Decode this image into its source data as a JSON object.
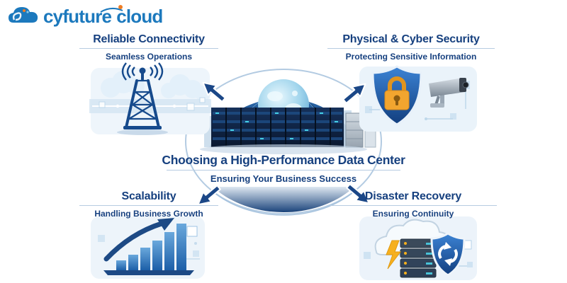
{
  "logo": {
    "brand": "cyfuture",
    "product": "cloud"
  },
  "center": {
    "title": "Choosing a High-Performance Data Center",
    "subtitle": "Ensuring Your Business Success"
  },
  "quadrants": {
    "top_left": {
      "title": "Reliable Connectivity",
      "subtitle": "Seamless Operations"
    },
    "top_right": {
      "title": "Physical & Cyber Security",
      "subtitle": "Protecting Sensitive Information"
    },
    "bottom_left": {
      "title": "Scalability",
      "subtitle": "Handling Business Growth"
    },
    "bottom_right": {
      "title": "Disaster Recovery",
      "subtitle": "Ensuring Continuity"
    }
  },
  "icons": {
    "logo": "cloud-swirl-icon",
    "top_left": "radio-tower-with-signal-waves",
    "top_right": "security-shield-padlock-and-cctv-camera",
    "bottom_left": "rising-bar-chart-with-growth-arrow",
    "bottom_right": "cloud-backup-servers-lightning-recovery-shield",
    "center": "data-center-server-racks-with-globe"
  },
  "colors": {
    "heading_navy": "#16407f",
    "logo_blue": "#1c79bd",
    "logo_accent_orange": "#ee7d24",
    "arrow_navy": "#1b4787",
    "shield_blue": "#1d5fae",
    "padlock_orange": "#f2a52f",
    "lightning_yellow": "#f6b01e",
    "led_cyan": "#45cfe2",
    "background": "#ffffff"
  }
}
